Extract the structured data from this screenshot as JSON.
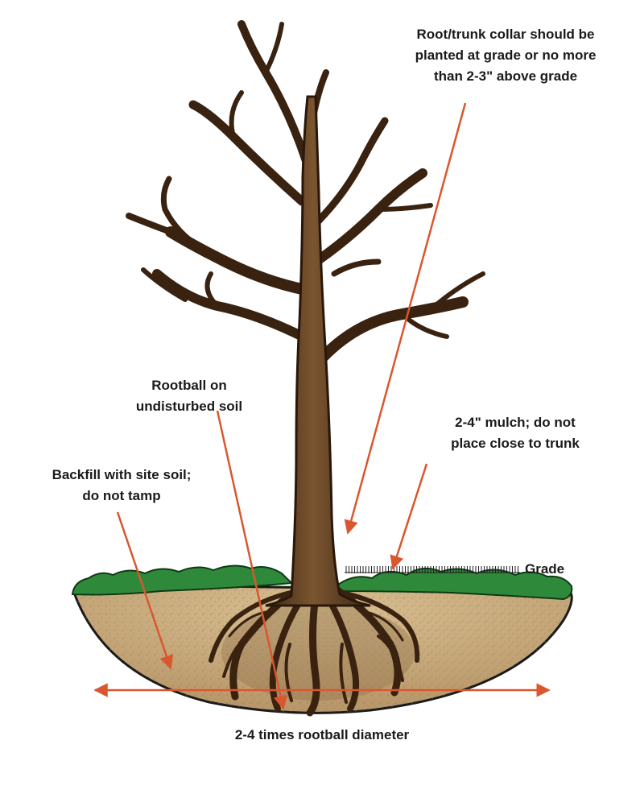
{
  "labels": {
    "collar": {
      "line1": "Root/trunk collar should be",
      "line2": "planted at grade or no more",
      "line3": "than 2-3\" above grade"
    },
    "rootball": {
      "line1": "Rootball on",
      "line2": "undisturbed soil"
    },
    "mulch": {
      "line1": "2-4\" mulch; do not",
      "line2": "place close to trunk"
    },
    "backfill": {
      "line1": "Backfill with site soil;",
      "line2": "do not tamp"
    },
    "grade": "Grade",
    "diameter": "2-4 times rootball diameter"
  },
  "colors": {
    "arrow": "#d9572f",
    "trunk": "#6b4524",
    "trunk_dark": "#3a2210",
    "soil": "#c7a978",
    "soil_edge": "#1a1a1a",
    "grass": "#2e8a3a",
    "grass_dark": "#1a5a25"
  }
}
